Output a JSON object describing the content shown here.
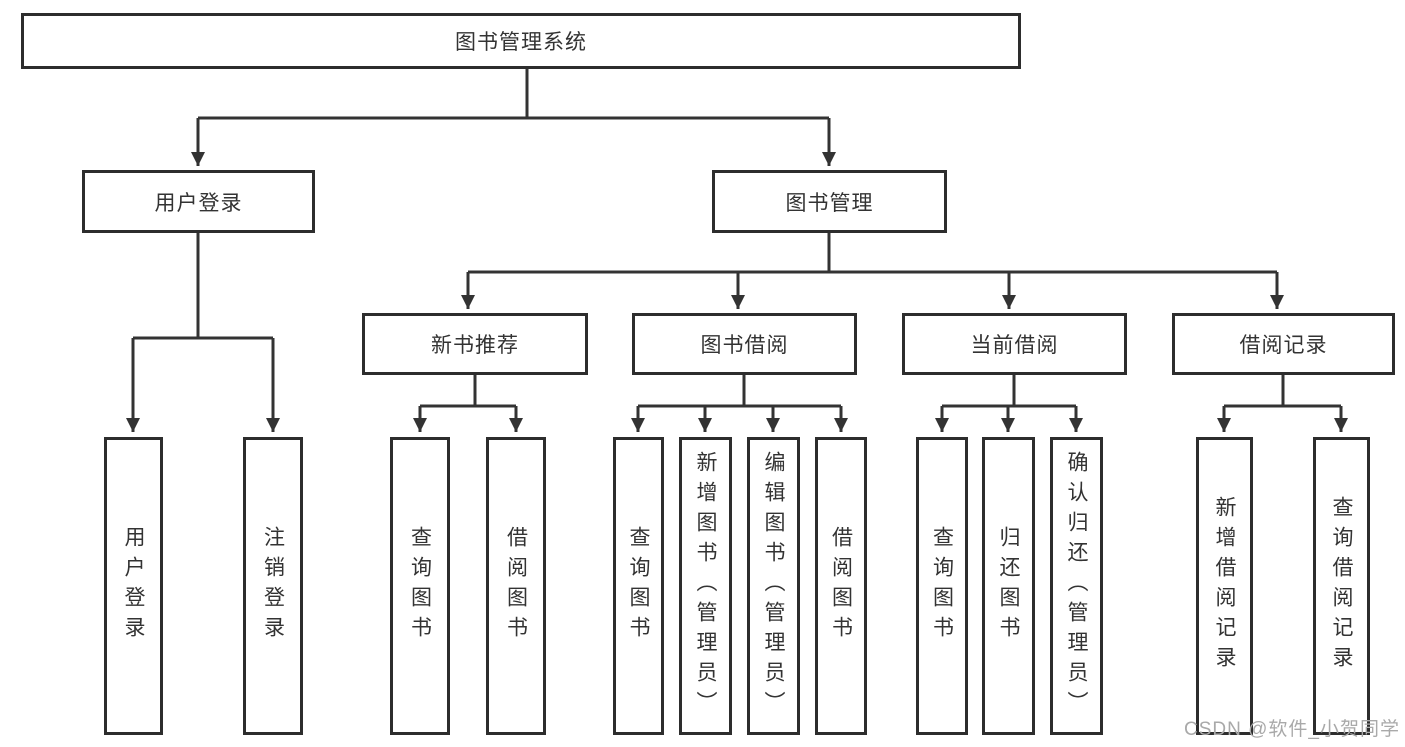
{
  "diagram": {
    "root": {
      "label": "图书管理系统"
    },
    "level2": [
      {
        "label": "用户登录"
      },
      {
        "label": "图书管理"
      }
    ],
    "level3": [
      {
        "label": "新书推荐"
      },
      {
        "label": "图书借阅"
      },
      {
        "label": "当前借阅"
      },
      {
        "label": "借阅记录"
      }
    ],
    "leaves": [
      {
        "label": "用户登录"
      },
      {
        "label": "注销登录"
      },
      {
        "label": "查询图书"
      },
      {
        "label": "借阅图书"
      },
      {
        "label": "查询图书"
      },
      {
        "label": "新增图书（管理员）"
      },
      {
        "label": "编辑图书（管理员）"
      },
      {
        "label": "借阅图书"
      },
      {
        "label": "查询图书"
      },
      {
        "label": "归还图书"
      },
      {
        "label": "确认归还（管理员）"
      },
      {
        "label": "新增借阅记录"
      },
      {
        "label": "查询借阅记录"
      }
    ]
  },
  "watermark": "CSDN @软件_小贺同学",
  "colors": {
    "line": "#333333",
    "border": "#2d2d2d",
    "text": "#333333",
    "watermark": "#a9a9a9",
    "background": "#ffffff"
  }
}
